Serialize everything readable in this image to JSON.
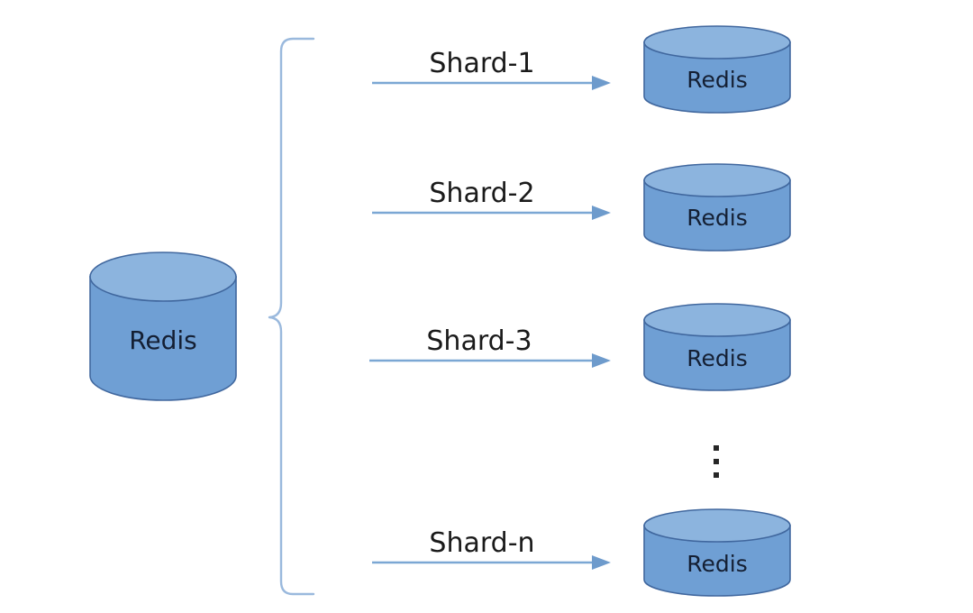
{
  "diagram": {
    "title": "Redis sharding diagram",
    "background_color": "#ffffff",
    "colors": {
      "cylinder_body": "#6f9fd4",
      "cylinder_top": "#8cb4de",
      "cylinder_stroke": "#40679e",
      "arrow_line": "#7ba7d4",
      "arrow_head": "#6e9bcc",
      "brace": "#9ab9dd",
      "label_text": "#1a1a1a",
      "cylinder_text": "#141f33"
    },
    "source": {
      "label": "Redis",
      "name": "source-redis-cylinder"
    },
    "brace": {
      "name": "grouping-brace"
    },
    "ellipsis": {
      "name": "vertical-ellipsis",
      "glyph": "vertical-ellipsis-icon",
      "dot_count": 3
    },
    "shards": [
      {
        "arrow_label": "Shard-1",
        "target_label": "Redis"
      },
      {
        "arrow_label": "Shard-2",
        "target_label": "Redis"
      },
      {
        "arrow_label": "Shard-3",
        "target_label": "Redis"
      },
      {
        "arrow_label": "Shard-n",
        "target_label": "Redis"
      }
    ]
  }
}
